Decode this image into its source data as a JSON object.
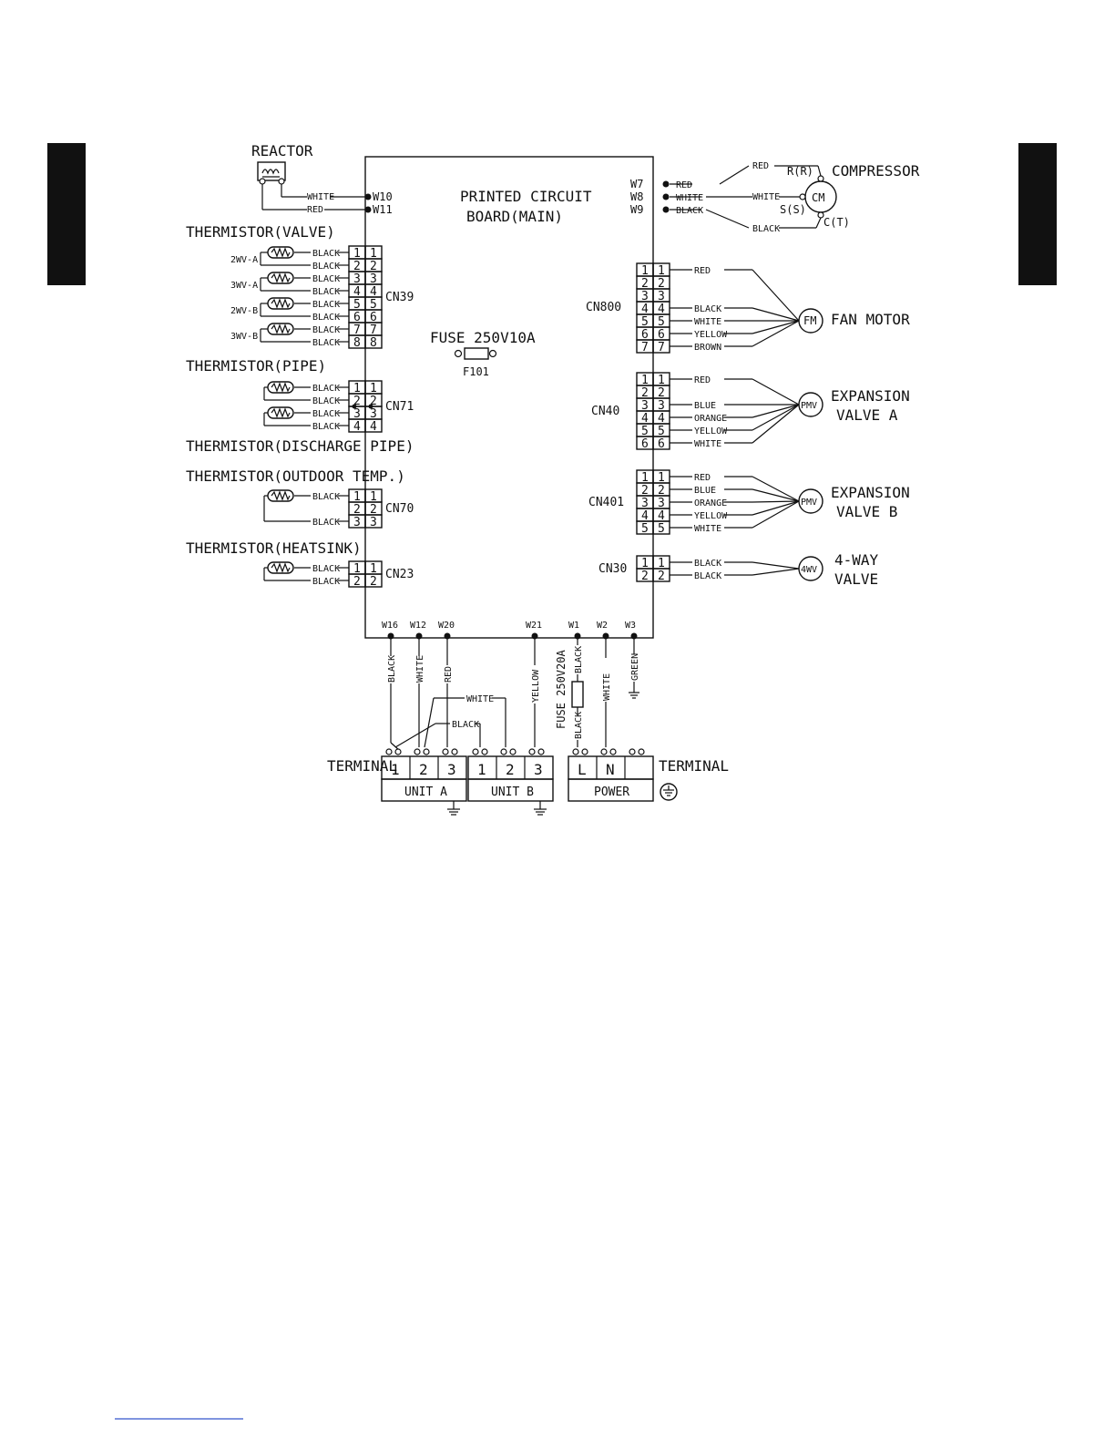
{
  "diagram": {
    "board": {
      "title_line1": "PRINTED CIRCUIT",
      "title_line2": "BOARD(MAIN)",
      "fuse_label": "FUSE 250V10A",
      "fuse_id": "F101"
    },
    "reactor": {
      "label": "REACTOR",
      "w10": "W10",
      "w11": "W11",
      "wire_white": "WHITE",
      "wire_red": "RED"
    },
    "thermistor_valve": {
      "title": "THERMISTOR(VALVE)",
      "connector": "CN39",
      "sensors": [
        "2WV-A",
        "3WV-A",
        "2WV-B",
        "3WV-B"
      ],
      "wire": "BLACK",
      "pins": [
        "1",
        "2",
        "3",
        "4",
        "5",
        "6",
        "7",
        "8"
      ]
    },
    "thermistor_pipe": {
      "title": "THERMISTOR(PIPE)",
      "connector": "CN71",
      "wire": "BLACK",
      "pins": [
        "1",
        "2",
        "3",
        "4"
      ]
    },
    "thermistor_discharge": {
      "title": "THERMISTOR(DISCHARGE PIPE)"
    },
    "thermistor_outdoor": {
      "title": "THERMISTOR(OUTDOOR TEMP.)",
      "connector": "CN70",
      "wire": "BLACK",
      "pins": [
        "1",
        "2",
        "3"
      ]
    },
    "thermistor_heatsink": {
      "title": "THERMISTOR(HEATSINK)",
      "connector": "CN23",
      "wire": "BLACK",
      "pins": [
        "1",
        "2"
      ]
    },
    "compressor": {
      "label": "COMPRESSOR",
      "symbol": "CM",
      "r": "R(R)",
      "s": "S(S)",
      "c": "C(T)",
      "w7": "W7",
      "w8": "W8",
      "w9": "W9",
      "wires": [
        "RED",
        "WHITE",
        "BLACK"
      ]
    },
    "fan_motor": {
      "label": "FAN MOTOR",
      "symbol": "FM",
      "connector": "CN800",
      "pins": [
        "1",
        "2",
        "3",
        "4",
        "5",
        "6",
        "7"
      ],
      "wires": [
        "RED",
        "BLACK",
        "WHITE",
        "YELLOW",
        "BROWN"
      ]
    },
    "expansion_a": {
      "label_line1": "EXPANSION",
      "label_line2": "VALVE A",
      "symbol": "PMV",
      "connector": "CN40",
      "pins": [
        "1",
        "2",
        "3",
        "4",
        "5",
        "6"
      ],
      "wires": [
        "RED",
        "BLUE",
        "ORANGE",
        "YELLOW",
        "WHITE"
      ]
    },
    "expansion_b": {
      "label_line1": "EXPANSION",
      "label_line2": "VALVE B",
      "symbol": "PMV",
      "connector": "CN401",
      "pins": [
        "1",
        "2",
        "3",
        "4",
        "5"
      ],
      "wires": [
        "RED",
        "BLUE",
        "ORANGE",
        "YELLOW",
        "WHITE"
      ]
    },
    "four_way": {
      "label_line1": "4-WAY",
      "label_line2": "VALVE",
      "symbol": "4WV",
      "connector": "CN30",
      "pins": [
        "1",
        "2"
      ],
      "wires": [
        "BLACK",
        "BLACK"
      ]
    },
    "bottom_points": [
      "W16",
      "W12",
      "W20",
      "W21",
      "W1",
      "W2",
      "W3"
    ],
    "bottom_wires": {
      "w16": "BLACK",
      "w12": "WHITE",
      "w20": "RED",
      "w21": "YELLOW",
      "w1": "BLACK",
      "w2": "WHITE",
      "w3": "GREEN",
      "jumper_white": "WHITE",
      "jumper_black": "BLACK",
      "fuse_black_bottom": "BLACK"
    },
    "power_fuse": "FUSE 250V20A",
    "terminal": {
      "label_left": "TERMINAL",
      "label_right": "TERMINAL",
      "unit_a": "UNIT A",
      "unit_b": "UNIT B",
      "power": "POWER",
      "unit_pins": [
        "1",
        "2",
        "3"
      ],
      "power_pins": [
        "L",
        "N"
      ]
    }
  }
}
